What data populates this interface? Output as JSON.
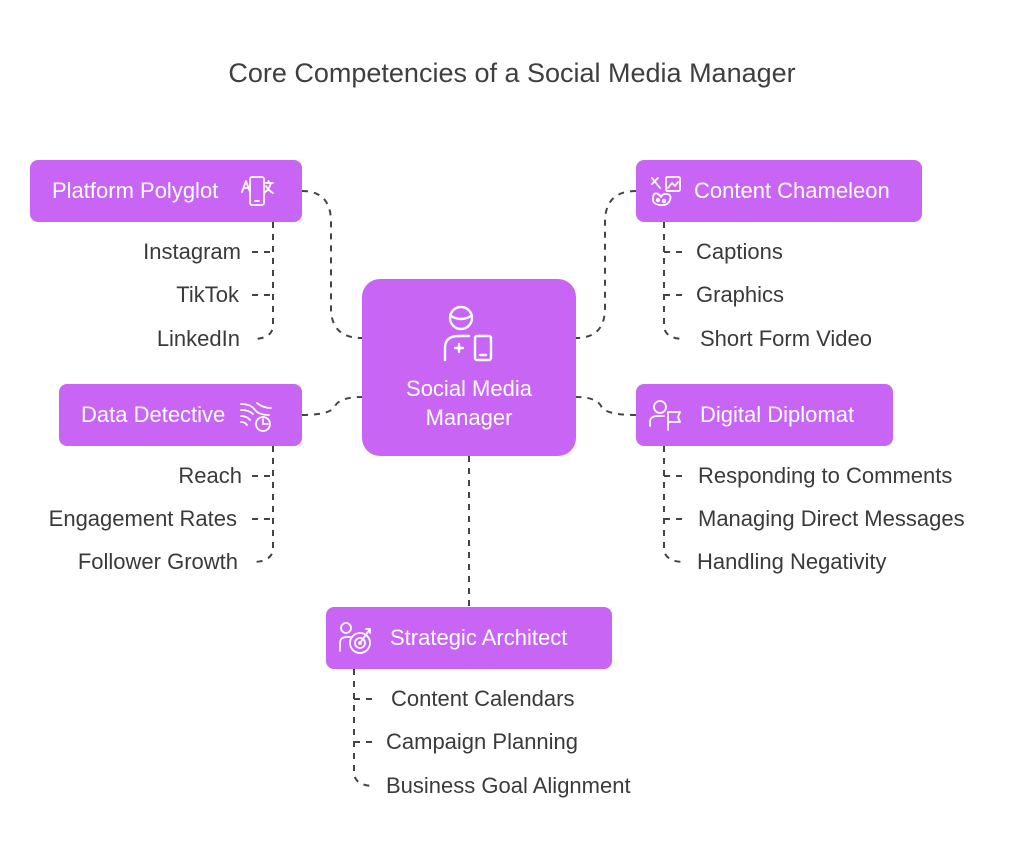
{
  "title": "Core Competencies of a Social Media Manager",
  "center": {
    "label": "Social Media Manager",
    "icon": "manager-with-device-icon"
  },
  "colors": {
    "node_fill": "#c865f5",
    "node_text": "#ffffff",
    "line": "#444444",
    "text": "#3a3a3a"
  },
  "branches": [
    {
      "id": "platform",
      "label": "Platform Polyglot",
      "icon": "translate-phone-icon",
      "items": [
        "Instagram",
        "TikTok",
        "LinkedIn"
      ]
    },
    {
      "id": "content",
      "label": "Content Chameleon",
      "icon": "paint-brush-palette-icon",
      "items": [
        "Captions",
        "Graphics",
        "Short Form Video"
      ]
    },
    {
      "id": "data",
      "label": "Data Detective",
      "icon": "data-flow-chart-icon",
      "items": [
        "Reach",
        "Engagement Rates",
        "Follower Growth"
      ]
    },
    {
      "id": "digital",
      "label": "Digital Diplomat",
      "icon": "person-flag-icon",
      "items": [
        "Responding to Comments",
        "Managing Direct Messages",
        "Handling Negativity"
      ]
    },
    {
      "id": "strategic",
      "label": "Strategic Architect",
      "icon": "person-target-icon",
      "items": [
        "Content Calendars",
        "Campaign Planning",
        "Business Goal Alignment"
      ]
    }
  ]
}
